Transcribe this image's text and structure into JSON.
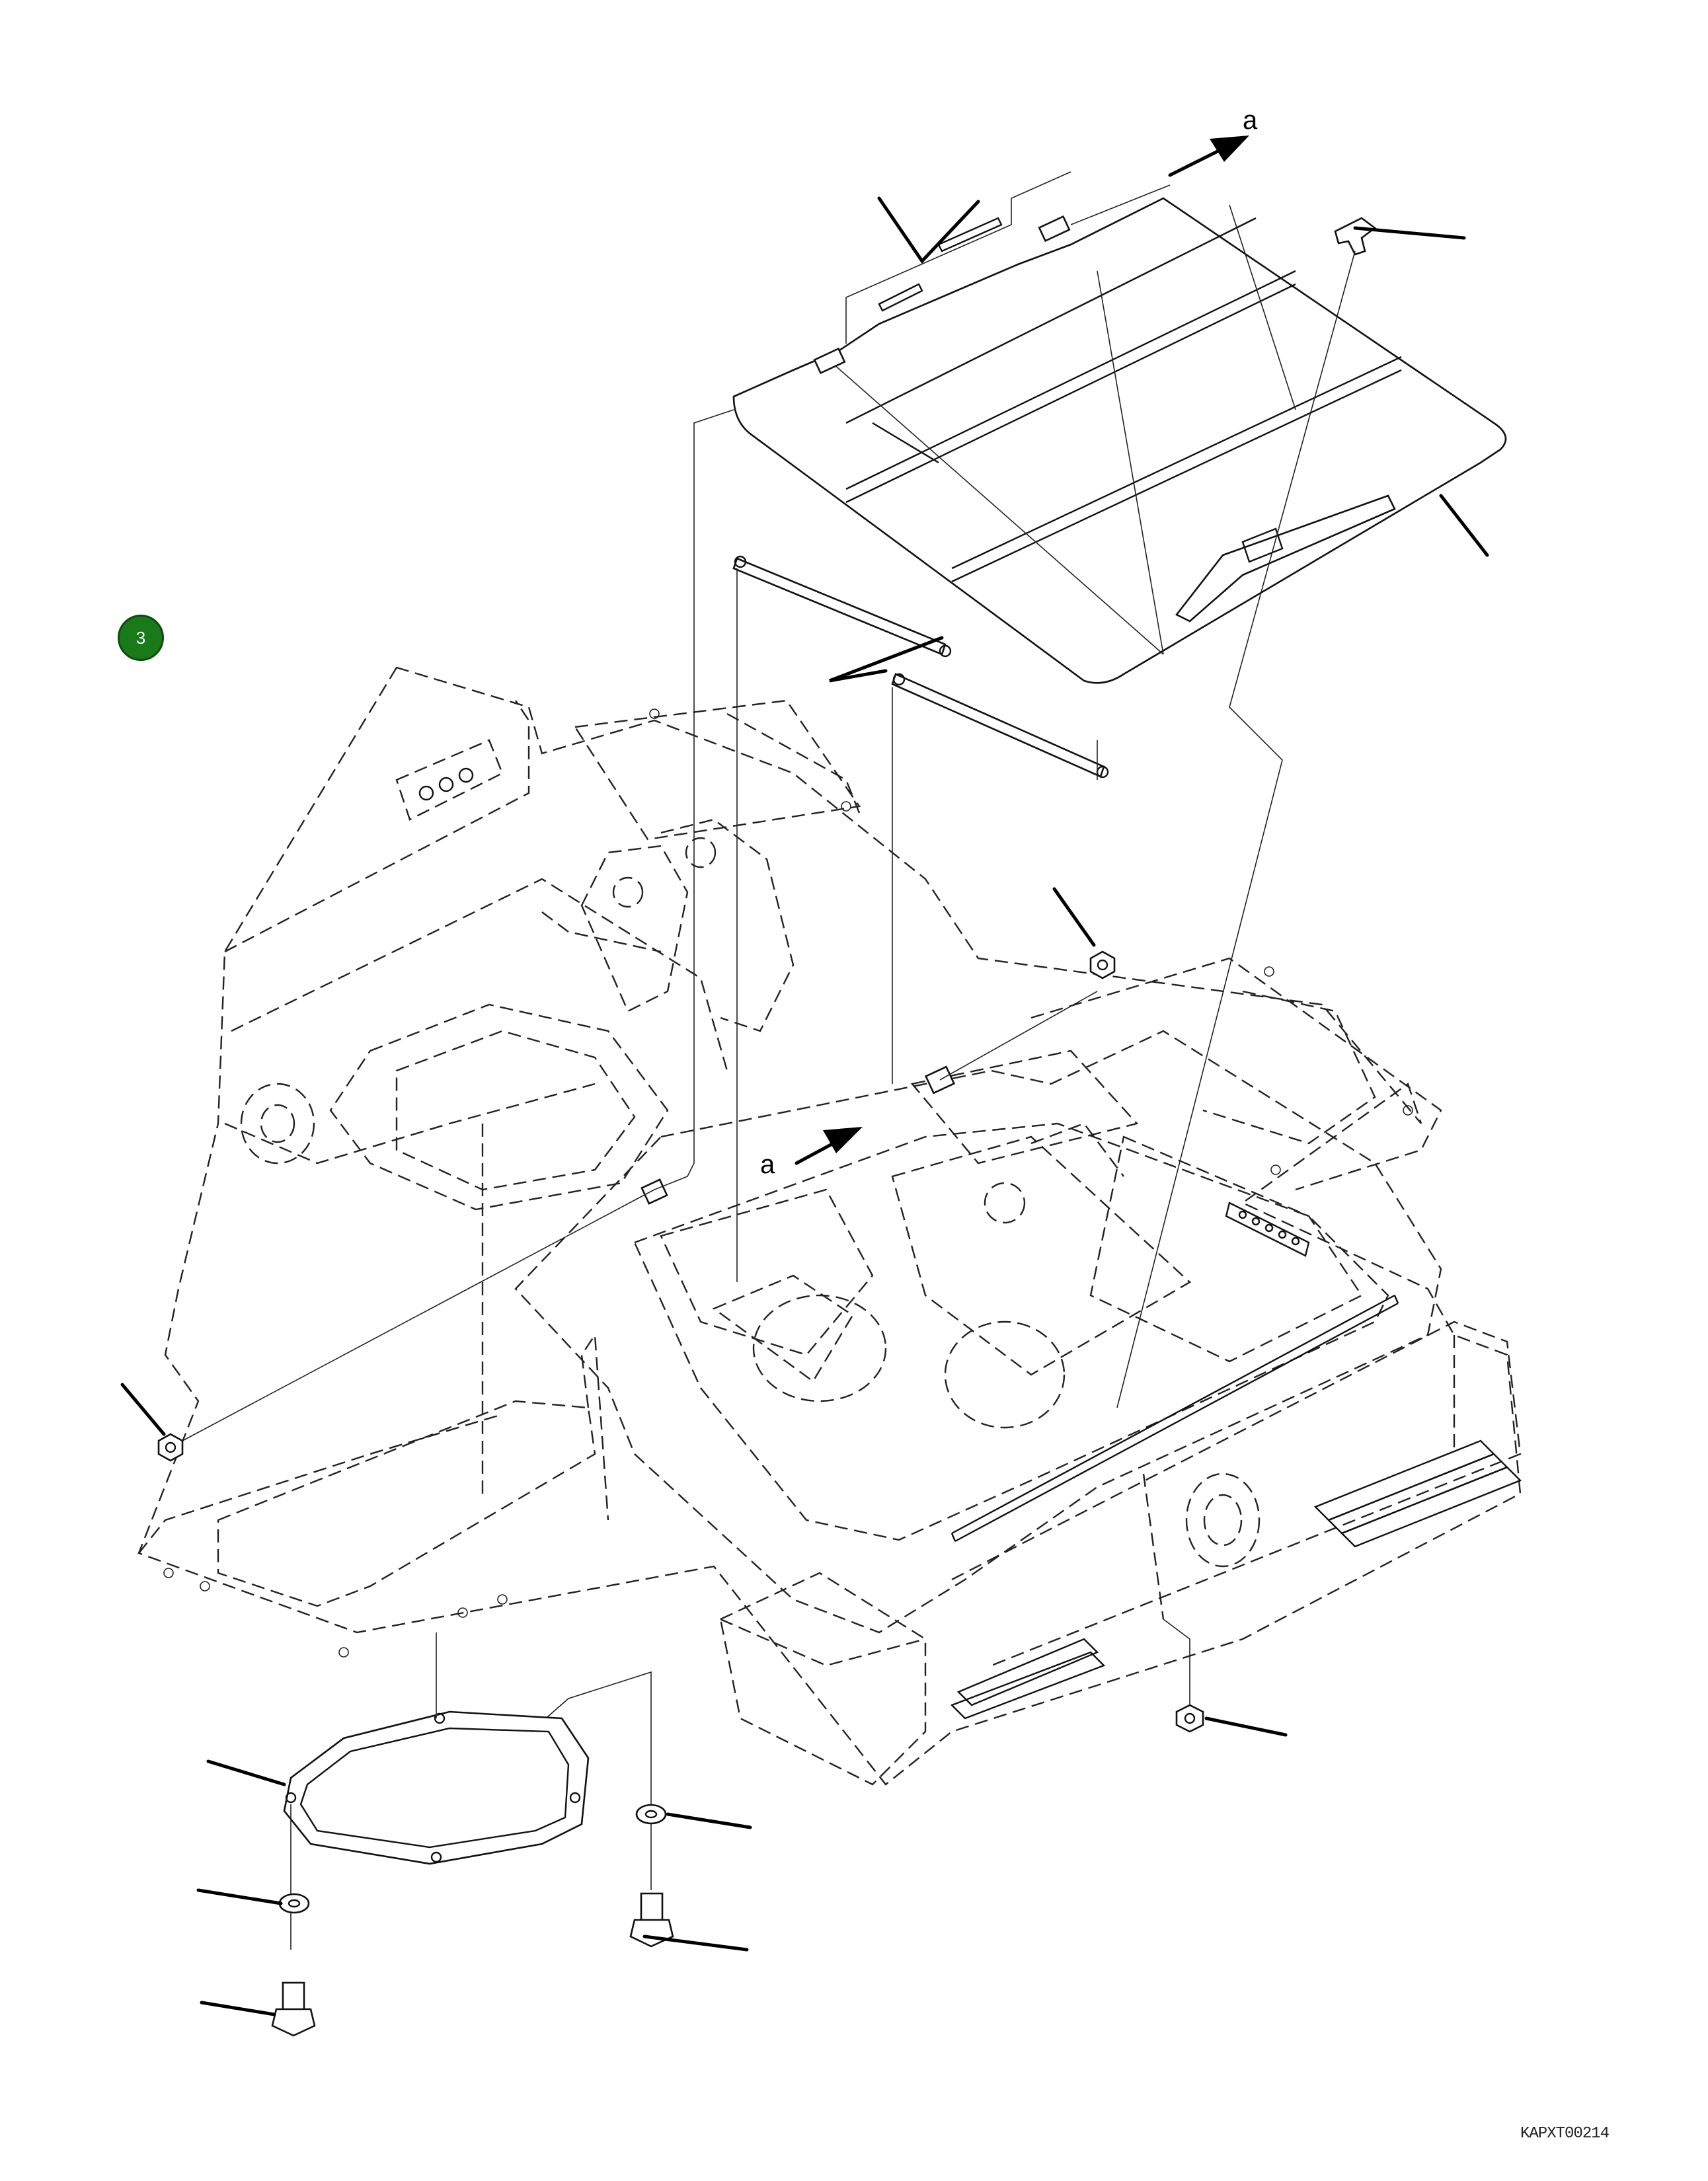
{
  "diagram": {
    "sheet_marker": "3",
    "view_labels": [
      "a",
      "a"
    ],
    "reference_code": "KAPXT00214",
    "accent_color": "#1a7a1a"
  }
}
